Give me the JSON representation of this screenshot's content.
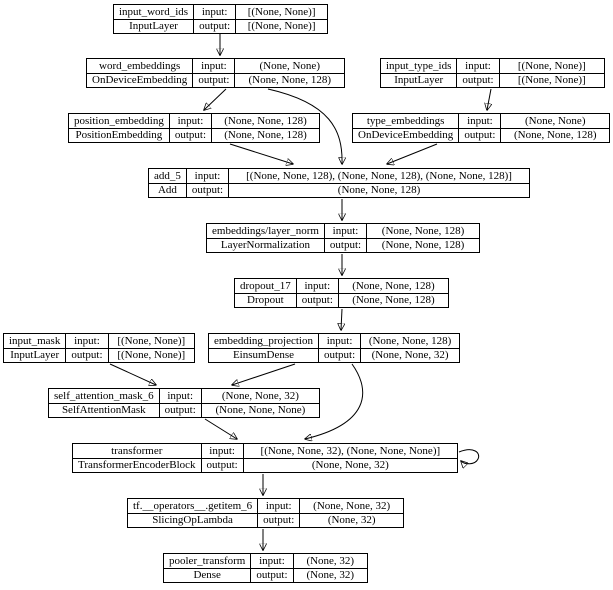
{
  "labels": {
    "input": "input:",
    "output": "output:"
  },
  "colors": {
    "background": "#ffffff",
    "node_fill": "#ffffff",
    "node_border": "#000000",
    "edge": "#000000",
    "text": "#000000"
  },
  "nodes": [
    {
      "name": "input_word_ids",
      "cls": "InputLayer",
      "input_shape": "[(None, None)]",
      "output_shape": "[(None, None)]"
    },
    {
      "name": "word_embeddings",
      "cls": "OnDeviceEmbedding",
      "input_shape": "(None, None)",
      "output_shape": "(None, None, 128)"
    },
    {
      "name": "input_type_ids",
      "cls": "InputLayer",
      "input_shape": "[(None, None)]",
      "output_shape": "[(None, None)]"
    },
    {
      "name": "position_embedding",
      "cls": "PositionEmbedding",
      "input_shape": "(None, None, 128)",
      "output_shape": "(None, None, 128)"
    },
    {
      "name": "type_embeddings",
      "cls": "OnDeviceEmbedding",
      "input_shape": "(None, None)",
      "output_shape": "(None, None, 128)"
    },
    {
      "name": "add_5",
      "cls": "Add",
      "input_shape": "[(None, None, 128), (None, None, 128), (None, None, 128)]",
      "output_shape": "(None, None, 128)"
    },
    {
      "name": "embeddings/layer_norm",
      "cls": "LayerNormalization",
      "input_shape": "(None, None, 128)",
      "output_shape": "(None, None, 128)"
    },
    {
      "name": "dropout_17",
      "cls": "Dropout",
      "input_shape": "(None, None, 128)",
      "output_shape": "(None, None, 128)"
    },
    {
      "name": "input_mask",
      "cls": "InputLayer",
      "input_shape": "[(None, None)]",
      "output_shape": "[(None, None)]"
    },
    {
      "name": "embedding_projection",
      "cls": "EinsumDense",
      "input_shape": "(None, None, 128)",
      "output_shape": "(None, None, 32)"
    },
    {
      "name": "self_attention_mask_6",
      "cls": "SelfAttentionMask",
      "input_shape": "(None, None, 32)",
      "output_shape": "(None, None, None)"
    },
    {
      "name": "transformer",
      "cls": "TransformerEncoderBlock",
      "input_shape": "[(None, None, 32), (None, None, None)]",
      "output_shape": "(None, None, 32)"
    },
    {
      "name": "tf.__operators__.getitem_6",
      "cls": "SlicingOpLambda",
      "input_shape": "(None, None, 32)",
      "output_shape": "(None, 32)"
    },
    {
      "name": "pooler_transform",
      "cls": "Dense",
      "input_shape": "(None, 32)",
      "output_shape": "(None, 32)"
    }
  ],
  "edges": [
    {
      "from": "input_word_ids",
      "to": "word_embeddings"
    },
    {
      "from": "word_embeddings",
      "to": "position_embedding"
    },
    {
      "from": "word_embeddings",
      "to": "add_5"
    },
    {
      "from": "position_embedding",
      "to": "add_5"
    },
    {
      "from": "input_type_ids",
      "to": "type_embeddings"
    },
    {
      "from": "type_embeddings",
      "to": "add_5"
    },
    {
      "from": "add_5",
      "to": "embeddings/layer_norm"
    },
    {
      "from": "embeddings/layer_norm",
      "to": "dropout_17"
    },
    {
      "from": "dropout_17",
      "to": "embedding_projection"
    },
    {
      "from": "input_mask",
      "to": "self_attention_mask_6"
    },
    {
      "from": "embedding_projection",
      "to": "self_attention_mask_6"
    },
    {
      "from": "embedding_projection",
      "to": "transformer"
    },
    {
      "from": "self_attention_mask_6",
      "to": "transformer"
    },
    {
      "from": "transformer",
      "to": "transformer"
    },
    {
      "from": "transformer",
      "to": "tf.__operators__.getitem_6"
    },
    {
      "from": "tf.__operators__.getitem_6",
      "to": "pooler_transform"
    }
  ]
}
